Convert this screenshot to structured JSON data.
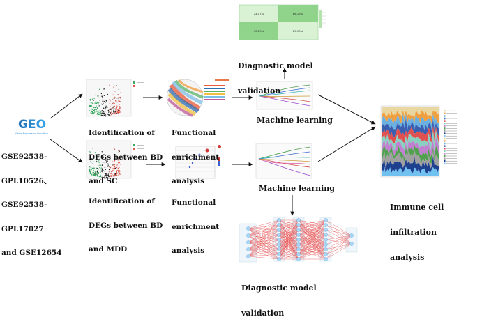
{
  "geo": {
    "logo_text": "GEO",
    "logo_subtitle": "Gene Expression Omnibus",
    "datasets": [
      "GSE92538-",
      "GPL10526、",
      "GSE92538-",
      "GPL17027",
      "and GSE12654"
    ]
  },
  "labels": {
    "degs_bd_sc": [
      "Identification of",
      "DEGs between BD",
      "and SC"
    ],
    "degs_bd_mdd": [
      "Identification of",
      "DEGs between BD",
      "and MDD"
    ],
    "func_enrich_top": [
      "Functional",
      "enrichment",
      "analysis"
    ],
    "func_enrich_bottom": [
      "Functional",
      "enrichment",
      "analysis"
    ],
    "ml_top": "Machine learning",
    "ml_bottom": "Machine learning",
    "diag_top": [
      "Diagnostic model",
      "validation"
    ],
    "diag_bottom": [
      "Diagnostic model",
      "validation"
    ],
    "immune": [
      "Immune cell",
      "infiltration",
      "analysis"
    ]
  },
  "confusion_matrix": {
    "cells": [
      "24.07%",
      "66.19%",
      "70.83%",
      "29.93%"
    ]
  },
  "colors": {
    "arrow": "#111111",
    "geo_blue": "#2a8fd6",
    "cm_dark": "#8fd48a",
    "cm_light": "#d9f2d4",
    "volcano_up": "#e05a4f",
    "volcano_down": "#3aa860",
    "volcano_ns": "#222222",
    "network_line": "#e23a3a",
    "network_node": "#a9d6f5"
  }
}
